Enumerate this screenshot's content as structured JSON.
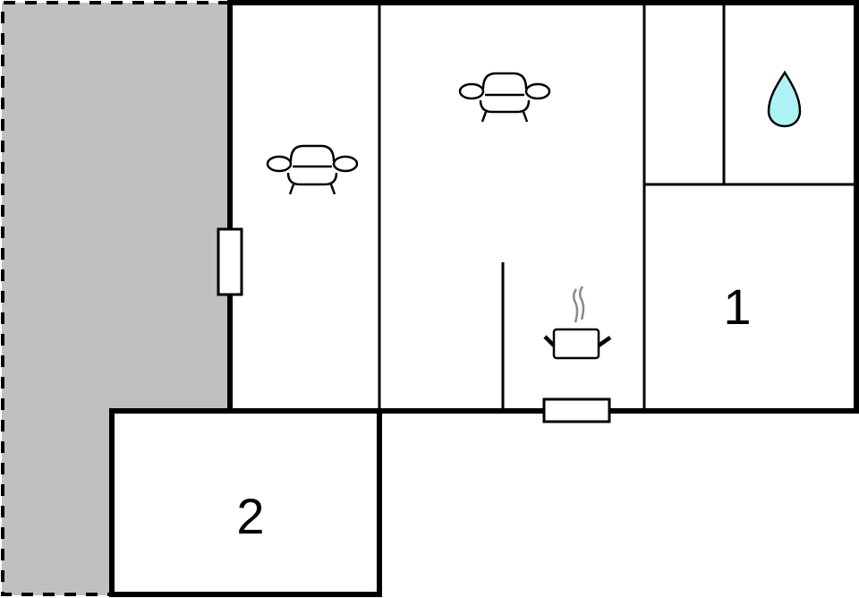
{
  "floorplan": {
    "colors": {
      "wall": "#000000",
      "outdoor_area": "#c0c0c2",
      "room_fill": "#ffffff",
      "water_drop": "#aef2f6",
      "steam": "#8a8a8a"
    },
    "rooms": [
      {
        "id": "living-left",
        "icon": "armchair-icon"
      },
      {
        "id": "living-center",
        "icon": "armchair-icon"
      },
      {
        "id": "kitchen",
        "icon": "cooking-pot-icon"
      },
      {
        "id": "bathroom",
        "icon": "water-drop-icon"
      },
      {
        "id": "storage-closet",
        "icon": ""
      },
      {
        "id": "bedroom-1",
        "label": "1"
      },
      {
        "id": "bedroom-2",
        "label": "2"
      }
    ],
    "labels": {
      "bedroom_1": "1",
      "bedroom_2": "2"
    },
    "doors": [
      {
        "id": "door-left-wall",
        "orientation": "vertical"
      },
      {
        "id": "door-kitchen-bottom",
        "orientation": "horizontal"
      }
    ],
    "outdoor_area": {
      "style": "dashed-border",
      "fill": "grey"
    }
  }
}
